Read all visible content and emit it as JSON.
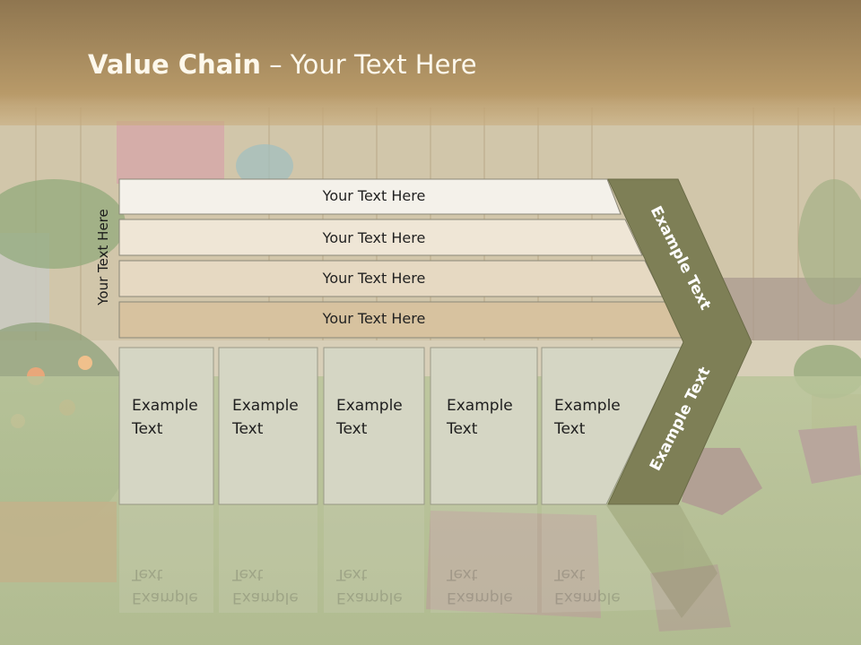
{
  "slide": {
    "title_bold": "Value Chain",
    "title_rest": " – Your Text Here",
    "side_label": "Your Text Here",
    "rows": [
      {
        "label": "Your Text Here",
        "color": "#f4f1ea"
      },
      {
        "label": "Your Text Here",
        "color": "#efe6d6"
      },
      {
        "label": "Your Text Here",
        "color": "#e6d9c2"
      },
      {
        "label": "Your Text Here",
        "color": "#d7c29f"
      }
    ],
    "boxes": [
      {
        "line1": "Example",
        "line2": "Text"
      },
      {
        "line1": "Example",
        "line2": "Text"
      },
      {
        "line1": "Example",
        "line2": "Text"
      },
      {
        "line1": "Example",
        "line2": "Text"
      },
      {
        "line1": "Example",
        "line2": "Text"
      }
    ],
    "chevron_top_text": "Example Text",
    "chevron_bottom_text": "Example Text",
    "colors": {
      "chevron": "#7e7f56",
      "box_fill": "#d5d6c4",
      "title_band": "#b08f5e"
    }
  }
}
